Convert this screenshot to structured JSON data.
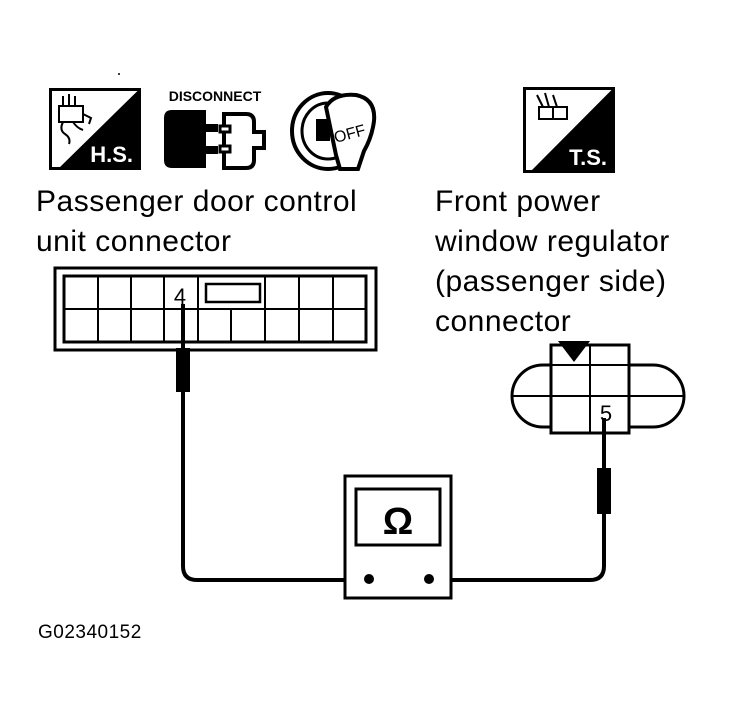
{
  "icons": {
    "hs_text": "H.S.",
    "ts_text": "T.S.",
    "disconnect_text": "DISCONNECT",
    "off_text": "OFF"
  },
  "left_connector": {
    "label_line1": "Passenger door control",
    "label_line2": "unit connector",
    "pin": "4"
  },
  "right_connector": {
    "label_line1": "Front power",
    "label_line2": "window regulator",
    "label_line3": "(passenger side)",
    "label_line4": "connector",
    "pin": "5"
  },
  "meter": {
    "symbol": "Ω"
  },
  "figure_id": "G02340152"
}
